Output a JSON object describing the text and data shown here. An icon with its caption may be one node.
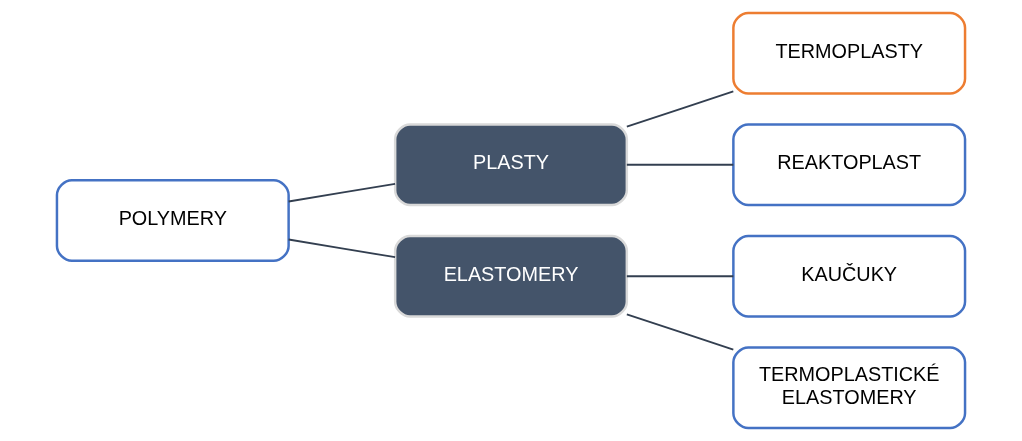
{
  "diagram": {
    "nodes": [
      {
        "text": [
          "POLYMERY"
        ]
      },
      {
        "text": [
          "PLASTY"
        ]
      },
      {
        "text": [
          "ELASTOMERY"
        ]
      },
      {
        "text": [
          "TERMOPLASTY"
        ]
      },
      {
        "text": [
          "REAKTOPLAST"
        ]
      },
      {
        "text": [
          "KAUČUKY"
        ]
      },
      {
        "text": [
          "TERMOPLASTICKÉ ELASTOMERY"
        ]
      }
    ],
    "edges": [
      {
        "from": 0,
        "to": 1,
        "arrow": "none"
      },
      {
        "from": 0,
        "to": 2,
        "arrow": "none"
      },
      {
        "from": 1,
        "to": 3,
        "arrow": "none"
      },
      {
        "from": 1,
        "to": 4,
        "arrow": "none"
      },
      {
        "from": 2,
        "to": 5,
        "arrow": "none"
      },
      {
        "from": 2,
        "to": 6,
        "arrow": "none"
      }
    ]
  }
}
